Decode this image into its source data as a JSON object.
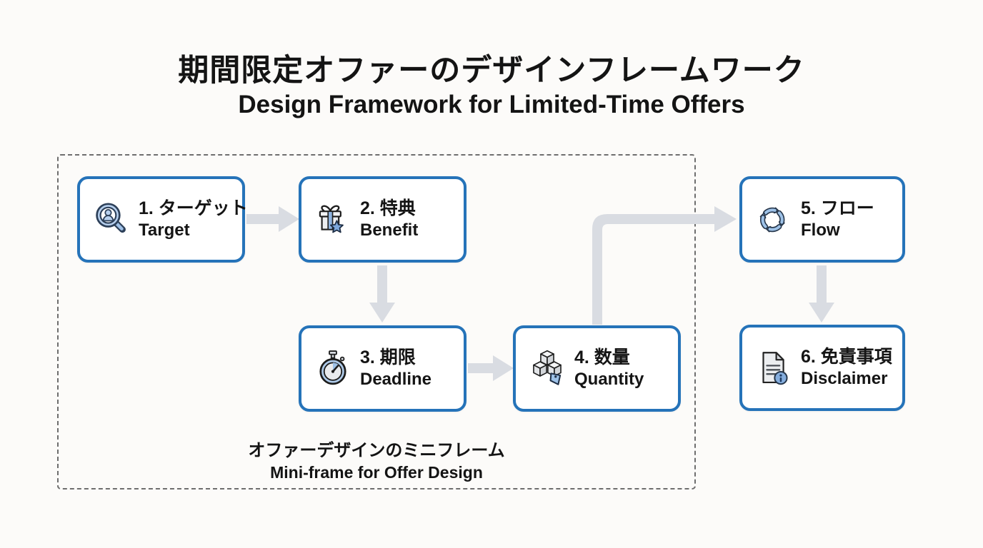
{
  "title": {
    "ja": "期間限定オファーのデザインフレームワーク",
    "en": "Design Framework for Limited-Time Offers"
  },
  "mini_frame": {
    "caption_ja": "オファーデザインのミニフレーム",
    "caption_en": "Mini-frame for Offer Design"
  },
  "nodes": [
    {
      "ja": "1. ターゲット",
      "en": "Target",
      "icon": "user-search-icon"
    },
    {
      "ja": "2. 特典",
      "en": "Benefit",
      "icon": "gift-star-icon"
    },
    {
      "ja": "3. 期限",
      "en": "Deadline",
      "icon": "stopwatch-icon"
    },
    {
      "ja": "4. 数量",
      "en": "Quantity",
      "icon": "boxes-tag-icon"
    },
    {
      "ja": "5. フロー",
      "en": "Flow",
      "icon": "cycle-arrows-icon"
    },
    {
      "ja": "6. 免責事項",
      "en": "Disclaimer",
      "icon": "document-info-icon"
    }
  ],
  "colors": {
    "background": "#fcfbf9",
    "node_border": "#2573b9",
    "arrow": "#d9dce2",
    "frame_border": "#6e6e6e",
    "text": "#141414",
    "icon_blue": "#9ec2e8",
    "icon_blue_mid": "#7da8dc",
    "icon_outline": "#26364a",
    "icon_gray": "#eceef0"
  }
}
